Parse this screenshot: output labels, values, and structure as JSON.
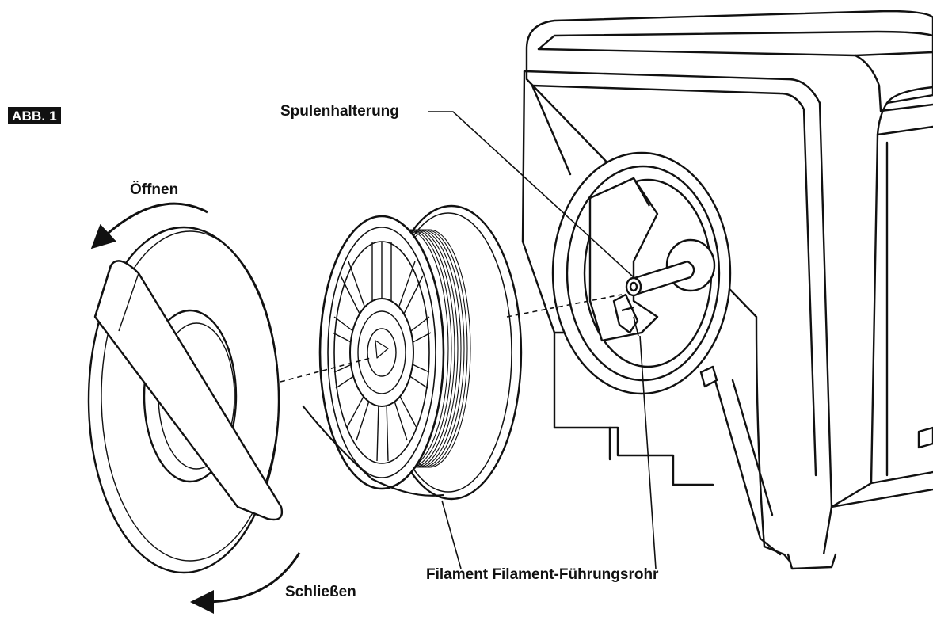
{
  "figure": {
    "badge": "ABB. 1",
    "labels": {
      "open": "Öffnen",
      "close": "Schließen",
      "spool_holder": "Spulenhalterung",
      "bottom": "Filament Filament-Führungsrohr"
    }
  },
  "colors": {
    "ink": "#111111",
    "paper": "#ffffff",
    "badge_bg": "#111111",
    "badge_text": "#ffffff"
  }
}
